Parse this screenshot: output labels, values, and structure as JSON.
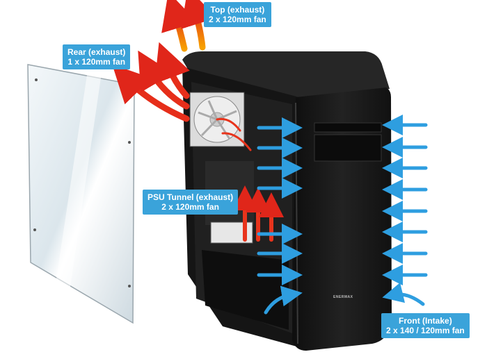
{
  "callouts": {
    "top": {
      "line1": "Top (exhaust)",
      "line2": "2 x 120mm fan"
    },
    "rear": {
      "line1": "Rear (exhaust)",
      "line2": "1 x 120mm fan"
    },
    "psu": {
      "line1": "PSU Tunnel (exhaust)",
      "line2": "2 x 120mm fan"
    },
    "front": {
      "line1": "Front (Intake)",
      "line2": "2 x 140 / 120mm fan"
    }
  },
  "brand": "ENERMAX",
  "colors": {
    "callout_bg": "#3aa3da",
    "exhaust_arrow": "#e8341c",
    "intake_arrow": "#2e9ee0",
    "case_body": "#1b1b1b",
    "glass_panel": "#e4eef3"
  }
}
